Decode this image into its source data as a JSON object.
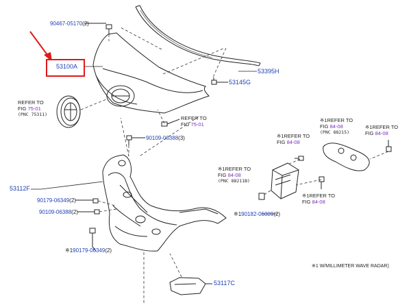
{
  "colors": {
    "part_number": "#1f3fb5",
    "fig_number": "#7a2fb8",
    "highlight": "#e01818",
    "line": "#222222"
  },
  "labels": {
    "p9046705170": "90467-05170",
    "p9046705170_qty": "(2)",
    "p53100A": "53100A",
    "p53395H": "53395H",
    "p53145G": "53145G",
    "p53112F": "53112F",
    "p53117C": "53117C",
    "p9010906388_top": "90109-06388",
    "p9010906388_top_qty": "(3)",
    "p9017906349_a": "90179-06349",
    "p9017906349_a_qty": "(2)",
    "p9010906388_b": "90109-06388",
    "p9010906388_b_qty": "(2)",
    "p9017906349_c": "90179-06349",
    "p9017906349_c_qty": "(2)",
    "p9018206009": "90182-06009",
    "p9018206009_qty": "(2)",
    "mark": "※1"
  },
  "refs": {
    "refer_to": "REFER TO",
    "fig": "FIG",
    "ref_left_fig": "75-01",
    "ref_left_pnc": "(PNC 75311)",
    "ref_mid_fig": "75-01",
    "ref_r1_fig": "84-08",
    "ref_r1_pnc": "(PNC 88215)",
    "ref_r2_fig": "84-08",
    "ref_r3_fig": "84-08",
    "ref_r4_fig": "84-08",
    "ref_r4_pnc": "(PNC 88211B)",
    "ref_r5_fig": "84-08"
  },
  "footnote": "※1  W/MILLIMETER WAVE RADAR)"
}
